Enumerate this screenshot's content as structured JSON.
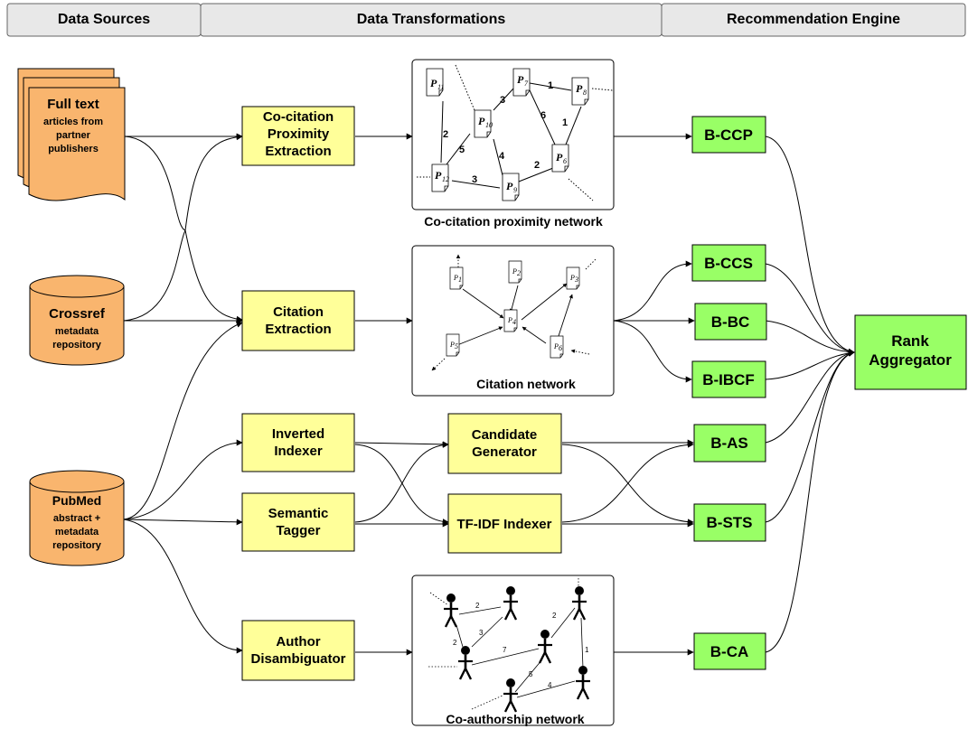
{
  "headers": {
    "sources": "Data Sources",
    "transformations": "Data Transformations",
    "engine": "Recommendation Engine"
  },
  "sources": {
    "fulltext": {
      "title": "Full text",
      "line1": "articles from",
      "line2": "partner",
      "line3": "publishers"
    },
    "crossref": {
      "title": "Crossref",
      "line1": "metadata",
      "line2": "repository"
    },
    "pubmed": {
      "title": "PubMed",
      "line1": "abstract +",
      "line2": "metadata",
      "line3": "repository"
    }
  },
  "transforms": {
    "cocitation": [
      "Co-citation",
      "Proximity",
      "Extraction"
    ],
    "citation": [
      "Citation",
      "Extraction"
    ],
    "inverted": [
      "Inverted",
      "Indexer"
    ],
    "semantic": [
      "Semantic",
      "Tagger"
    ],
    "author": [
      "Author",
      "Disambiguator"
    ],
    "candidate": [
      "Candidate",
      "Generator"
    ],
    "tfidf": "TF-IDF Indexer"
  },
  "networks": {
    "cocitation": {
      "caption": "Co-citation proximity network",
      "nodes": [
        "P",
        "P",
        "P",
        "P",
        "P",
        "P"
      ],
      "subs": [
        "11",
        "7",
        "8",
        "10",
        "6",
        "12",
        "9"
      ],
      "weights": [
        "1",
        "3",
        "2",
        "6",
        "1",
        "5",
        "4",
        "2",
        "3"
      ]
    },
    "citation": {
      "caption": "Citation network",
      "subs": [
        "1",
        "2",
        "3",
        "4",
        "5",
        "6"
      ]
    },
    "coauthor": {
      "caption": "Co-authorship network",
      "weights": [
        "2",
        "3",
        "2",
        "7",
        "2",
        "1",
        "5",
        "4"
      ]
    }
  },
  "engine": {
    "bccp": "B-CCP",
    "bccs": "B-CCS",
    "bbc": "B-BC",
    "bibcf": "B-IBCF",
    "bas": "B-AS",
    "bsts": "B-STS",
    "bca": "B-CA",
    "rank": [
      "Rank",
      "Aggregator"
    ]
  },
  "colors": {
    "source_fill": "#f9b56e",
    "transform_fill": "#ffff99",
    "engine_fill": "#99ff66",
    "header_fill": "#e8e8e8"
  }
}
